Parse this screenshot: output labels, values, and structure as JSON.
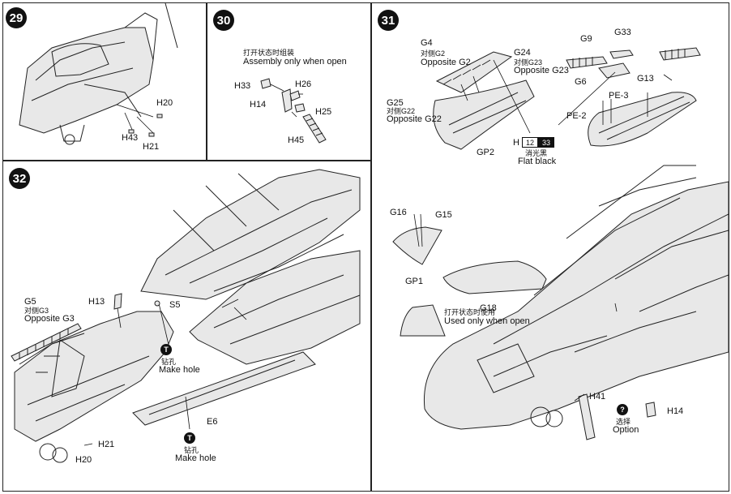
{
  "steps": {
    "s29": {
      "number": "29",
      "parts": {
        "h20": "H20",
        "h43": "H43",
        "h21": "H21"
      }
    },
    "s30": {
      "number": "30",
      "note_cn": "打开状态时组装",
      "note_en": "Assembly only when open",
      "parts": {
        "h33": "H33",
        "h26": "H26",
        "h14": "H14",
        "h25": "H25",
        "h45": "H45"
      }
    },
    "s31": {
      "number": "31",
      "parts": {
        "g4": "G4",
        "g4_cn": "对侧G2",
        "g4_en": "Opposite G2",
        "g24": "G24",
        "g24_cn": "对侧G23",
        "g24_en": "Opposite G23",
        "g25": "G25",
        "g25_cn": "对侧G22",
        "g25_en": "Opposite G22",
        "gp2": "GP2",
        "g9": "G9",
        "g33": "G33",
        "g6": "G6",
        "g13": "G13",
        "pe3": "PE-3",
        "pe2": "PE-2",
        "g16": "G16",
        "g15": "G15",
        "gp1": "GP1",
        "g18": "G18",
        "h41": "H41",
        "h14": "H14"
      },
      "paint": {
        "letter": "H",
        "n1": "12",
        "n2": "33",
        "cn": "消光黑",
        "en": "Flat black"
      },
      "open_cn": "打开状态时使用",
      "open_en": "Used only when open",
      "option_mark": "?",
      "option_cn": "选择",
      "option_en": "Option"
    },
    "s32": {
      "number": "32",
      "parts": {
        "g5": "G5",
        "g5_cn": "对侧G3",
        "g5_en": "Opposite G3",
        "h13": "H13",
        "s5": "S5",
        "e6": "E6",
        "h21": "H21",
        "h20": "H20"
      },
      "hole_mark": "T",
      "hole_cn": "钻孔",
      "hole_en": "Make hole",
      "hole2_cn": "钻孔",
      "hole2_en": "Make hole"
    }
  }
}
